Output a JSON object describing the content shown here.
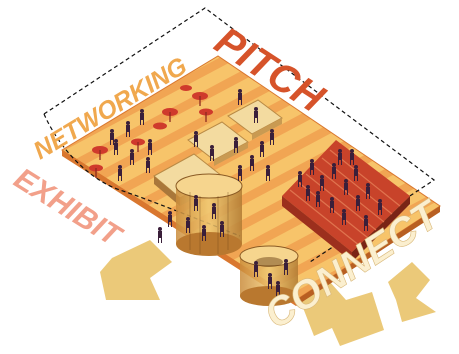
{
  "labels": {
    "networking": "NETWORKING",
    "pitch": "PITCH",
    "exhibit": "EXHIBIT",
    "connect": "CONNECT"
  },
  "colors": {
    "floor_light": "#f7c46a",
    "floor_stripe": "#ee9a4a",
    "floor_dark": "#d9772f",
    "arrow": "#e9c36a",
    "networking": "#f0a84e",
    "pitch": "#d6532a",
    "exhibit": "#f2a08a",
    "connect": "#fbefcf",
    "table": "#f3dba0",
    "bleacher": "#c8432a",
    "chair": "#cf3a2c",
    "people": "#3a1f3a"
  },
  "icons": [
    "person-icon",
    "chair-icon",
    "table-icon",
    "bleacher-icon",
    "cylinder-booth-icon",
    "arrow-icon"
  ]
}
